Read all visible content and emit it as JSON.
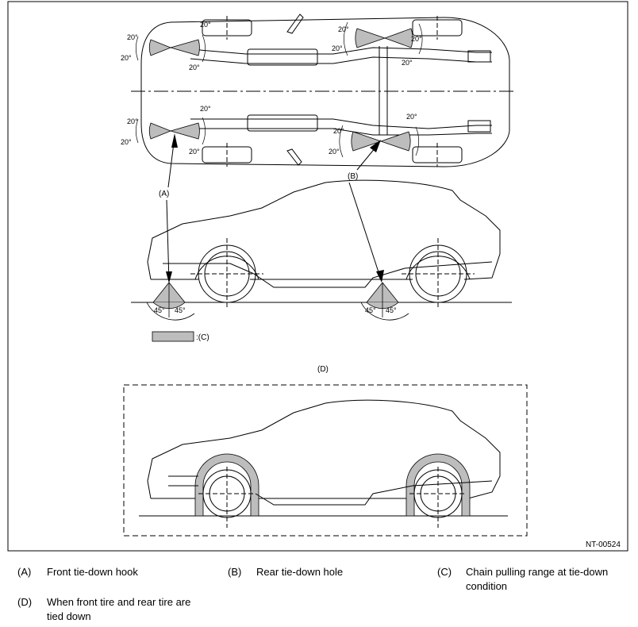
{
  "figure": {
    "code": "NT-00524",
    "callouts": {
      "a": "(A)",
      "b": "(B)",
      "c_legend": ":(C)",
      "d": "(D)"
    },
    "angles": {
      "twenty": "20°",
      "forty_five": "45°"
    },
    "colors": {
      "shaded_range": "#bdbdbd",
      "line": "#000000"
    }
  },
  "legend": [
    {
      "key": "(A)",
      "text": "Front tie-down hook"
    },
    {
      "key": "(B)",
      "text": "Rear tie-down hole"
    },
    {
      "key": "(C)",
      "text": "Chain pulling range at tie-down condition"
    },
    {
      "key": "(D)",
      "text": "When front tire and rear tire are tied down"
    }
  ]
}
